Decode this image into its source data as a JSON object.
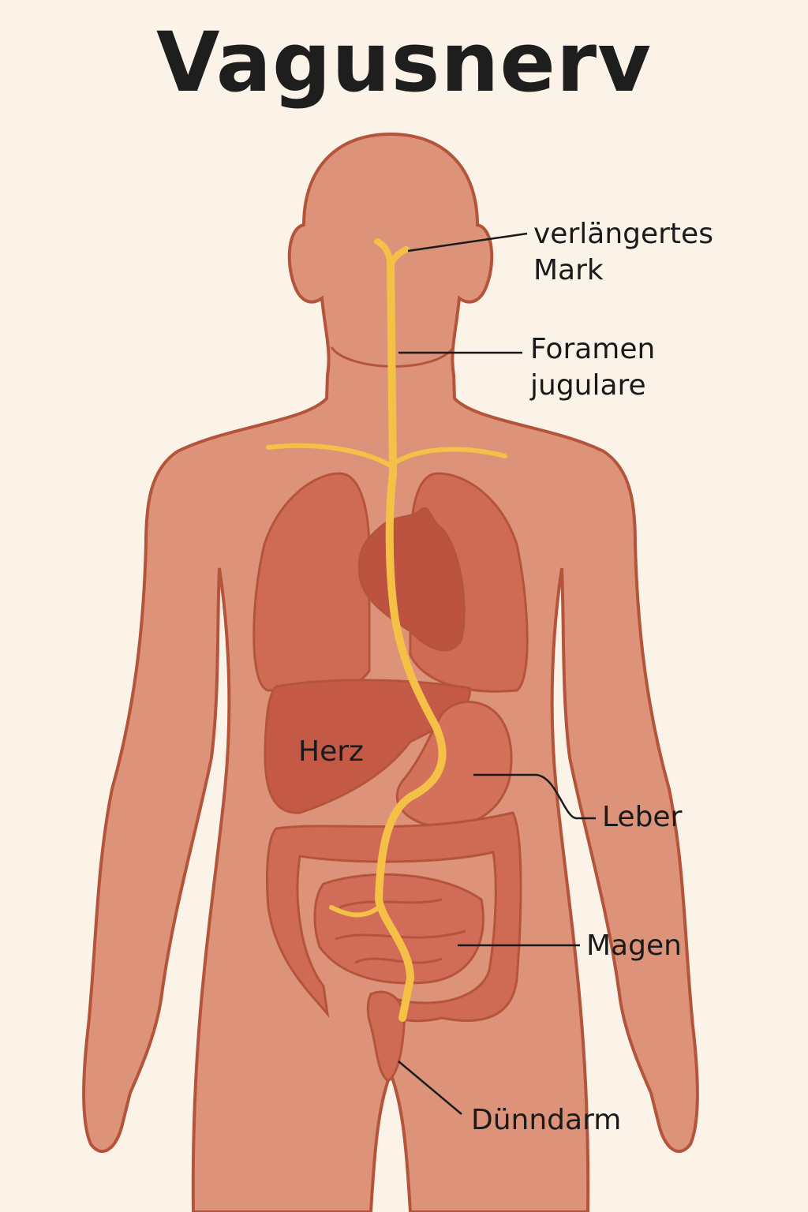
{
  "title": "Vagusnerv",
  "labels": {
    "medulla": [
      "verlängertes",
      "Mark"
    ],
    "foramen": [
      "Foramen",
      "jugulare"
    ],
    "herz": "Herz",
    "leber": "Leber",
    "magen": "Magen",
    "duenndarm": "Dünndarm"
  },
  "colors": {
    "background": "#fcf3e8",
    "skin": "#dc937a",
    "outline": "#b4553b",
    "organ": "#cf6a55",
    "organ_dark": "#bc5240",
    "nerve": "#f4c046"
  }
}
